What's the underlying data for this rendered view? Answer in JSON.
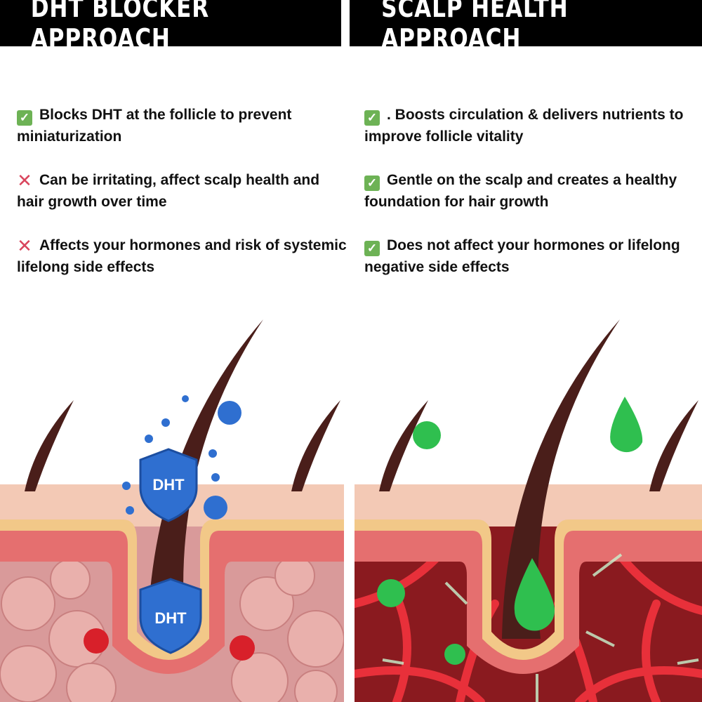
{
  "left": {
    "title": "DHT BLOCKER APPROACH",
    "items": [
      {
        "icon": "check-icon",
        "mark": "✓",
        "text": "Blocks DHT at the follicle to prevent miniaturization"
      },
      {
        "icon": "cross-icon",
        "mark": "✕",
        "text": "Can be irritating, affect scalp health and hair growth over time"
      },
      {
        "icon": "cross-icon",
        "mark": "✕",
        "text": "Affects your hormones and risk of systemic lifelong side effects"
      }
    ],
    "shield_label": "DHT"
  },
  "right": {
    "title": "SCALP HEALTH APPROACH",
    "items": [
      {
        "icon": "check-icon",
        "mark": "✓",
        "text": ". Boosts circulation & delivers nutrients to improve follicle vitality"
      },
      {
        "icon": "check-icon",
        "mark": "✓",
        "text": "Gentle on the scalp and creates a healthy foundation for hair growth"
      },
      {
        "icon": "check-icon",
        "mark": "✓",
        "text": "Does not affect your hormones or lifelong negative side effects"
      }
    ]
  },
  "colors": {
    "check": "#6db255",
    "cross": "#d9455d",
    "shield": "#2f6fd0",
    "vessel": "#e8303a",
    "nutrient": "#2fbf4f"
  }
}
